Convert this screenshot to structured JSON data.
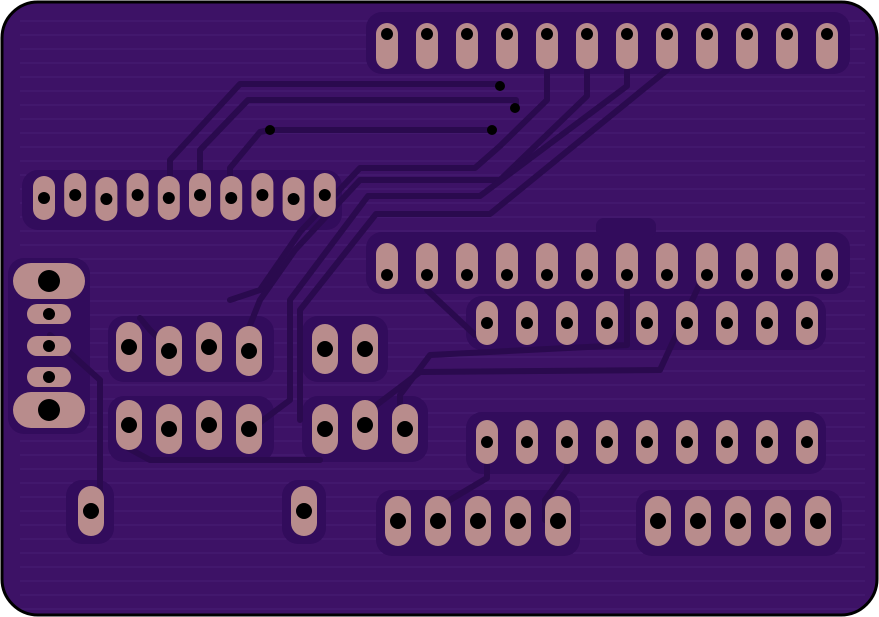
{
  "colors": {
    "board": "#3d1266",
    "trace": "#2a0a4e",
    "clearance": "#320c5c",
    "pad": "#b88c8c",
    "drill": "#000000",
    "outline": "#000000",
    "hatch": "#4f2a80"
  },
  "pad_rows": [
    {
      "name": "header-top",
      "count": 12
    },
    {
      "name": "ic-left",
      "count": 10
    },
    {
      "name": "header-middle",
      "count": 12
    },
    {
      "name": "ic-right-upper",
      "count": 9
    },
    {
      "name": "ic-right-lower",
      "count": 9
    },
    {
      "name": "connector-bottom-left",
      "count": 5
    },
    {
      "name": "connector-bottom-right",
      "count": 5
    }
  ]
}
